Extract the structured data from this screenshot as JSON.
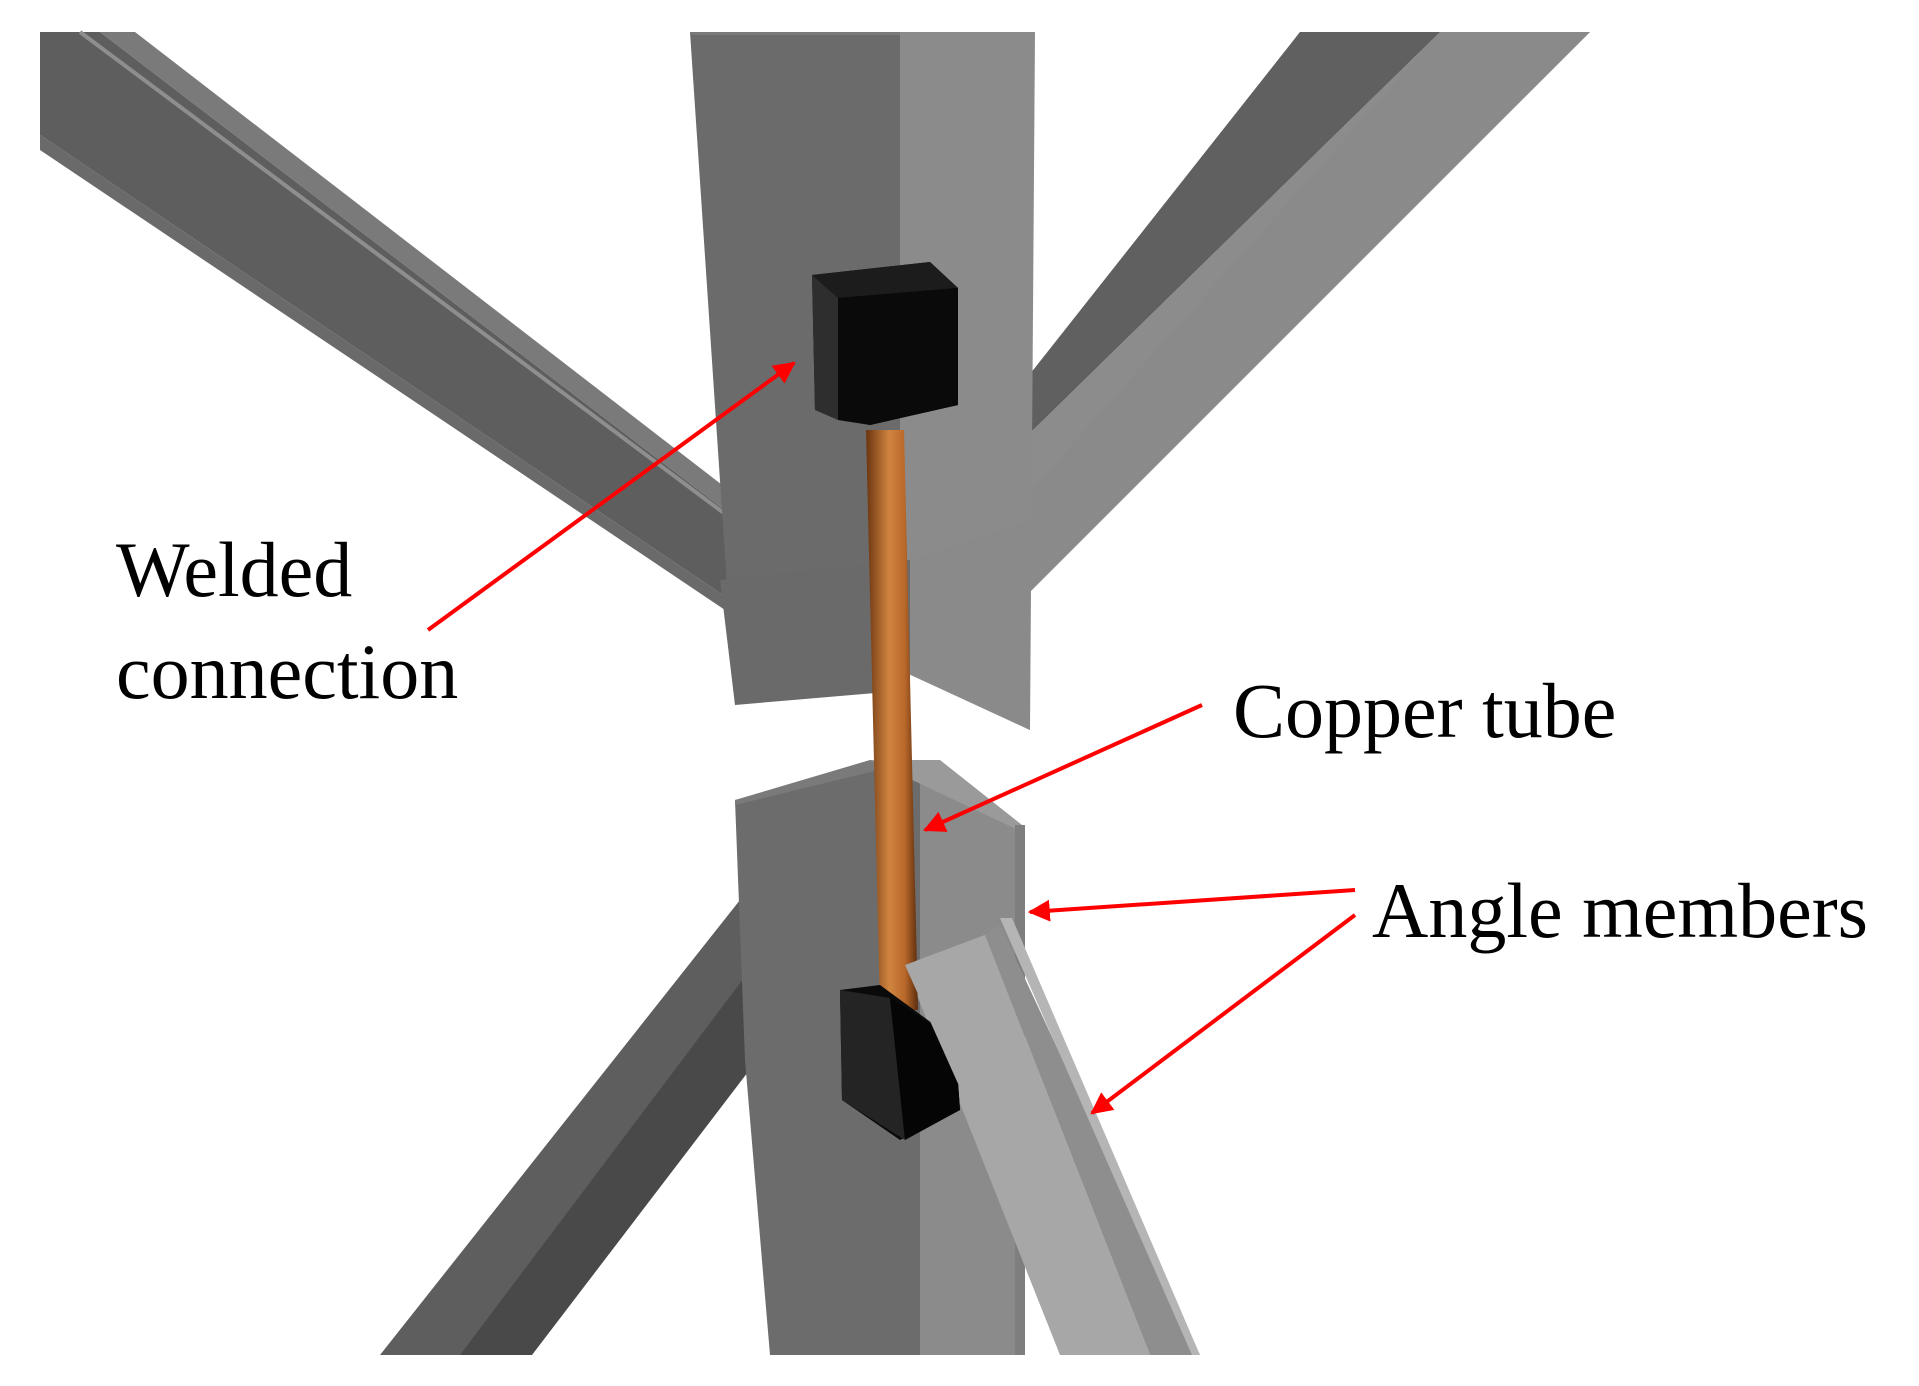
{
  "labels": {
    "welded_line1": "Welded",
    "welded_line2": "connection",
    "copper_tube": "Copper tube",
    "angle_members": "Angle members"
  },
  "colors": {
    "steel_dark": "#5e5e5e",
    "steel_mid": "#6a6a6a",
    "steel_light": "#8c8c8c",
    "steel_lighter": "#a8a8a8",
    "steel_edge": "#9a9a9a",
    "block_black": "#0a0a0a",
    "copper": "#b86a2a",
    "arrow_red": "#ff0000"
  },
  "icons": {
    "arrow": "red-arrow-icon"
  }
}
